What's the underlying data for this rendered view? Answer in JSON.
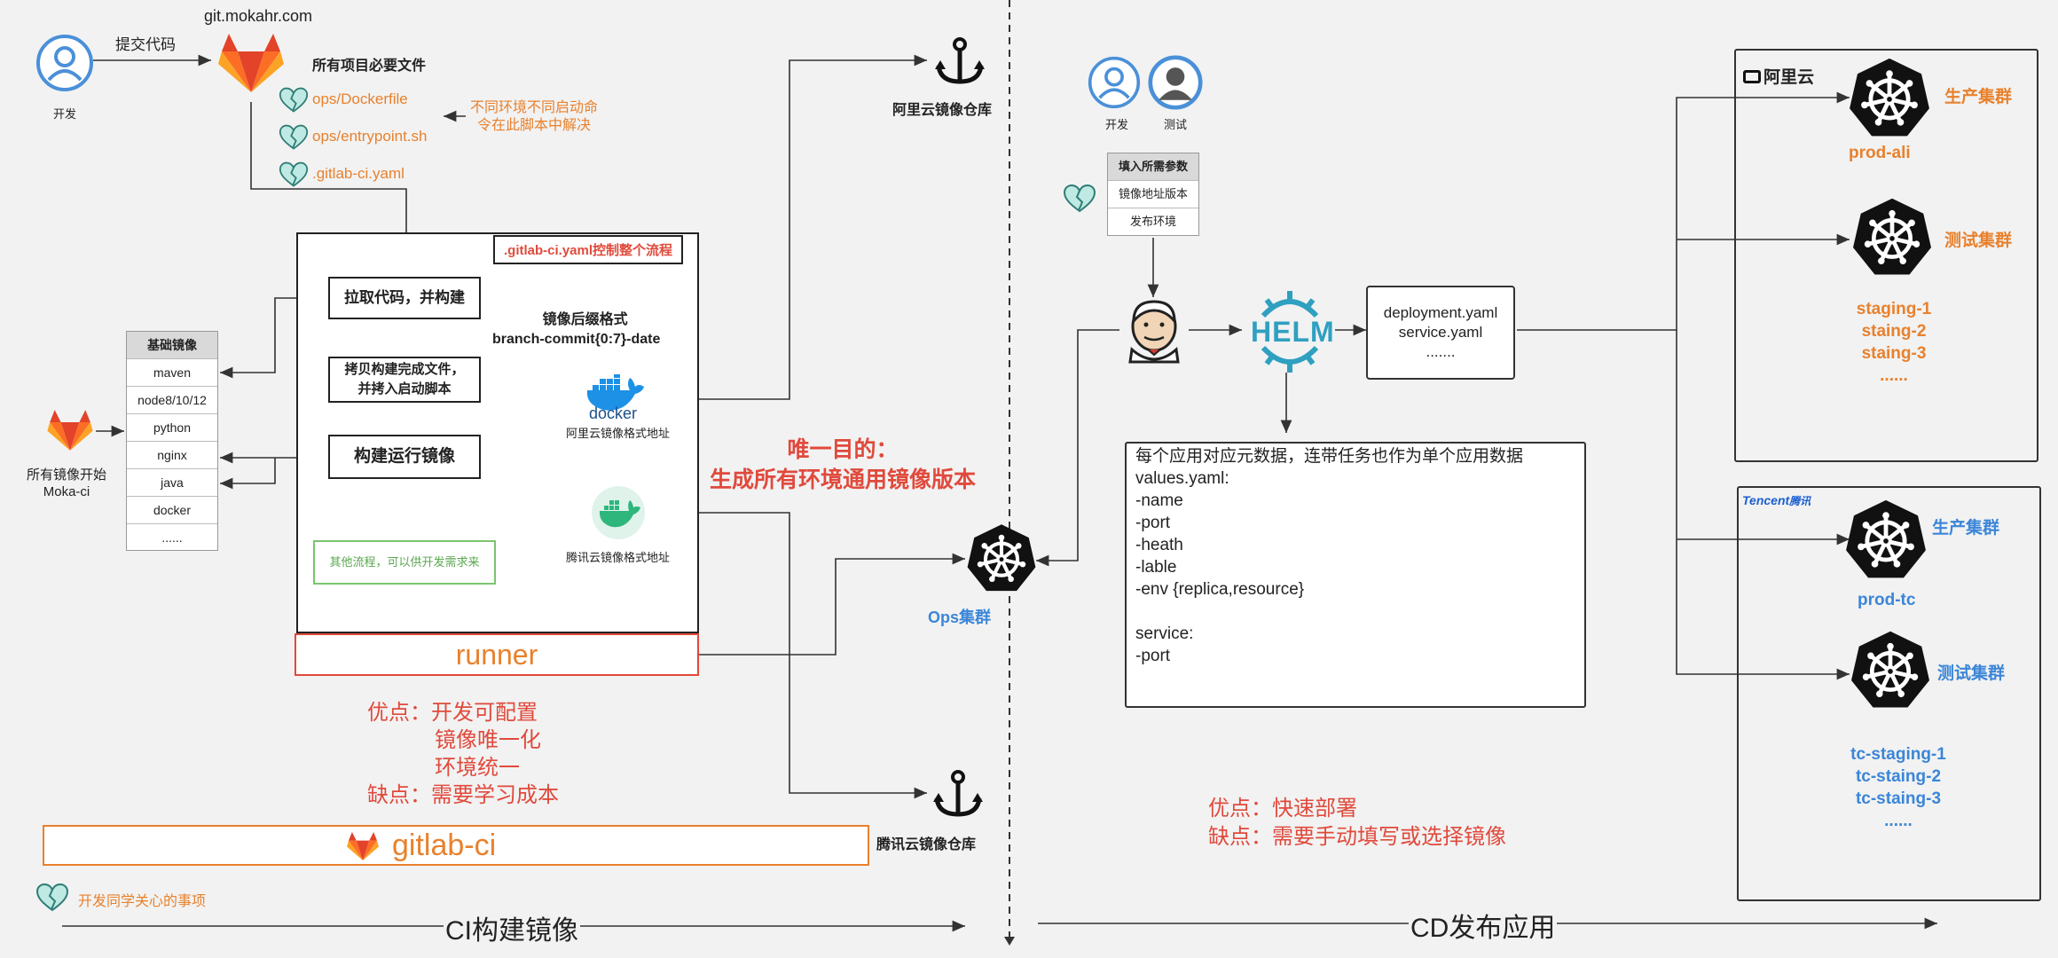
{
  "ci": {
    "dev_label": "开发",
    "commit_label": "提交代码",
    "git_host": "git.mokahr.com",
    "required_files_title": "所有项目必要文件",
    "files": [
      "ops/Dockerfile",
      "ops/entrypoint.sh",
      ".gitlab-ci.yaml"
    ],
    "env_note_line1": "不同环境不同启动命",
    "env_note_line2": "令在此脚本中解决",
    "flow_title": ".gitlab-ci.yaml控制整个流程",
    "steps": [
      "拉取代码，并构建",
      "拷贝构建完成文件，\n并拷入启动脚本",
      "构建运行镜像"
    ],
    "other_flow": "其他流程，可以供开发需求来",
    "suffix_title": "镜像后缀格式",
    "suffix_format": "branch-commit{0:7}-date",
    "docker_text": "docker",
    "ali_image_addr": "阿里云镜像格式地址",
    "tc_image_addr": "腾讯云镜像格式地址",
    "base_images_title": "基础镜像",
    "base_images": [
      "maven",
      "node8/10/12",
      "python",
      "nginx",
      "java",
      "docker",
      "......"
    ],
    "base_start_line1": "所有镜像开始",
    "base_start_line2": "Moka-ci",
    "runner": "runner",
    "pros_label": "优点：",
    "pros": [
      "开发可配置",
      "镜像唯一化",
      "环境统一"
    ],
    "cons_label": "缺点：",
    "cons": "需要学习成本",
    "gitlab_ci": "gitlab-ci",
    "legend": "开发同学关心的事项",
    "section_title": "CI构建镜像"
  },
  "middle": {
    "ali_registry": "阿里云镜像仓库",
    "tc_registry": "腾讯云镜像仓库",
    "purpose_line1": "唯一目的：",
    "purpose_line2": "生成所有环境通用镜像版本",
    "ops_cluster": "Ops集群"
  },
  "cd": {
    "dev_label": "开发",
    "test_label": "测试",
    "params_title": "填入所需参数",
    "params": [
      "镜像地址版本",
      "发布环境"
    ],
    "helm": "HELM",
    "deploy_files": [
      "deployment.yaml",
      "service.yaml",
      "......."
    ],
    "values_lines": [
      "每个应用对应元数据，连带任务也作为单个应用数据",
      "values.yaml:",
      "-name",
      "-port",
      "-heath",
      "-lable",
      "-env {replica,resource}",
      "",
      "service:",
      "-port"
    ],
    "pros": "优点：快速部署",
    "cons": "缺点：需要手动填写或选择镜像",
    "section_title": "CD发布应用"
  },
  "aliyun": {
    "logo": "阿里云",
    "prod_title": "生产集群",
    "prod_name": "prod-ali",
    "test_title": "测试集群",
    "staging": [
      "staging-1",
      "staing-2",
      "staing-3",
      "......"
    ]
  },
  "tencent": {
    "logo_en": "Tencent",
    "logo_cn": "腾讯",
    "prod_title": "生产集群",
    "prod_name": "prod-tc",
    "test_title": "测试集群",
    "staging": [
      "tc-staging-1",
      "tc-staing-2",
      "tc-staing-3",
      "......"
    ]
  },
  "colors": {
    "orange": "#e8812d",
    "red": "#e04a3c",
    "blue": "#3b86d8",
    "green": "#5aa64f",
    "teal": "#3aa6b9"
  }
}
